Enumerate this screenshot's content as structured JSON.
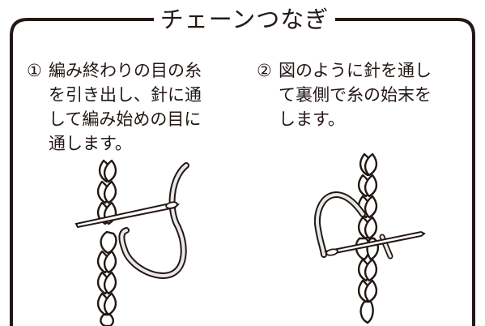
{
  "title": "チェーンつなぎ",
  "steps": [
    {
      "number": "①",
      "text": "編み終わりの目の糸\nを引き出し、針に通\nして編み始めの目に\n通します。"
    },
    {
      "number": "②",
      "text": "図のように針を通し\nて裏側で糸の始末を\nします。"
    }
  ],
  "colors": {
    "ink": "#231815",
    "yarn_fill": "#e8e8e8",
    "needle": "#ffffff"
  },
  "illustrations": [
    {
      "icon": "chain-stitch-needle-through-first-stitch"
    },
    {
      "icon": "chain-stitch-weave-in-end"
    }
  ]
}
